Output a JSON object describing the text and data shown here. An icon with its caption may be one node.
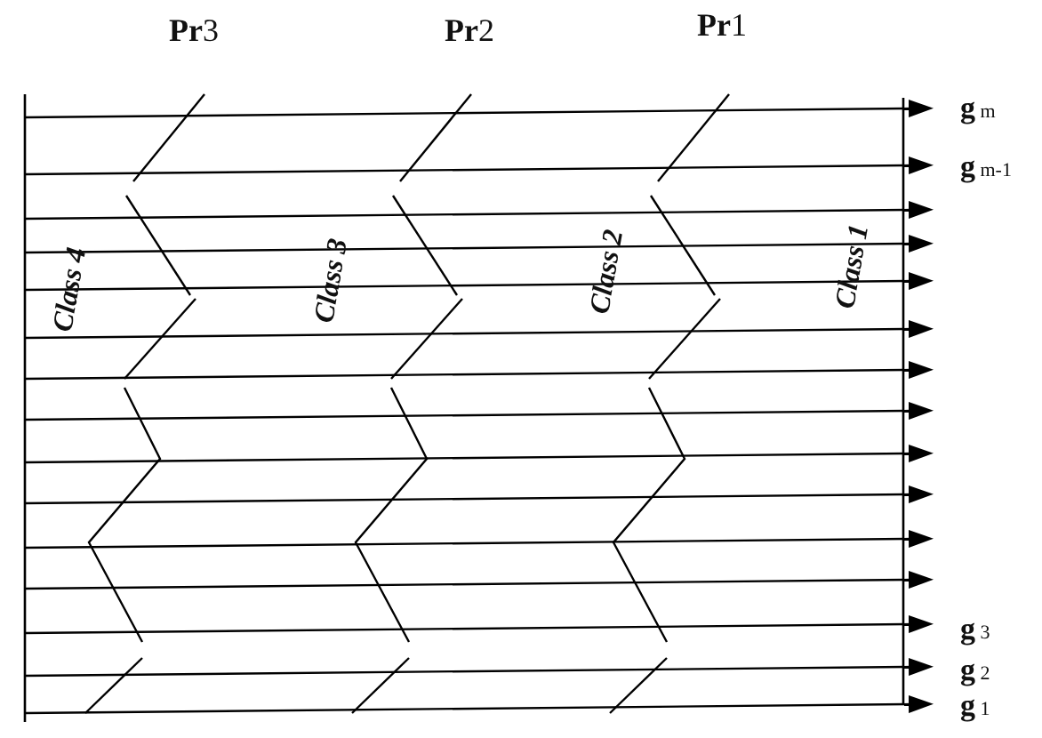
{
  "diagram": {
    "labels": [
      "**Pr**3",
      "**Pr**2",
      "**Pr**1",
      "**g** m",
      "**g** m-1",
      "Class 4",
      "Class 3",
      "Class 2",
      "Class 1",
      "**g** 3",
      "**g** 2",
      "**g** 1"
    ]
  }
}
